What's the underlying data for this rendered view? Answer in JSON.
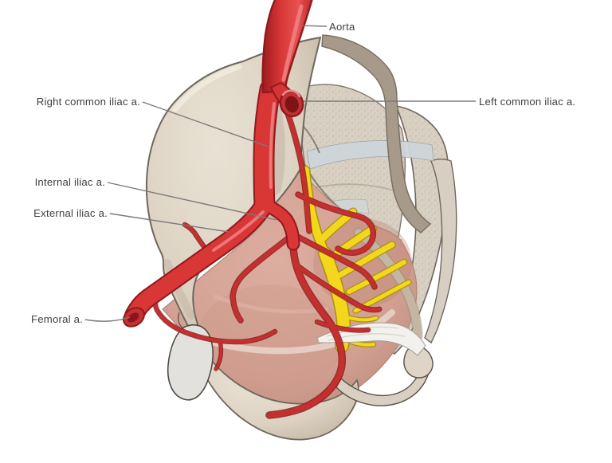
{
  "figure": {
    "type": "anatomical-diagram",
    "labels": [
      {
        "id": "aorta",
        "text": "Aorta"
      },
      {
        "id": "right-common-iliac",
        "text": "Right common iliac a."
      },
      {
        "id": "left-common-iliac",
        "text": "Left common iliac a."
      },
      {
        "id": "internal-iliac",
        "text": "Internal iliac a."
      },
      {
        "id": "external-iliac",
        "text": "External iliac a."
      },
      {
        "id": "femoral",
        "text": "Femoral a."
      }
    ],
    "colors": {
      "background": "#ffffff",
      "artery_red": "#d93636",
      "artery_dark": "#8f1a1e",
      "artery_highlight": "#f29090",
      "nerve_yellow": "#f2d71d",
      "nerve_outline": "#a58f06",
      "bone_light": "#ded5c6",
      "bone_taupe": "#a89a8b",
      "bone_outline": "#6e675c",
      "muscle_pink": "#d2a092",
      "ligament_white": "#f2f1ed",
      "disc_gray_blue": "#ced6da",
      "leader_line": "#7a7a7a",
      "label_text": "#3f3f3f"
    }
  }
}
